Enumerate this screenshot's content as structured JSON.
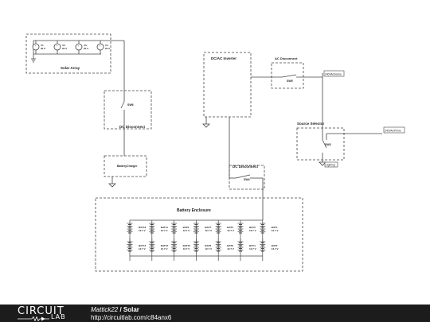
{
  "solar_array": {
    "title": "Solar Array",
    "panels": [
      {
        "ref": "V1",
        "volt": "20 V"
      },
      {
        "ref": "V2",
        "volt": "20 V"
      },
      {
        "ref": "V3",
        "volt": "20 V"
      },
      {
        "ref": "V4",
        "volt": "20 V"
      }
    ]
  },
  "dc_disconnect_1": {
    "title": "DC Disconnect",
    "switch": "SW6"
  },
  "battery_charger": {
    "title": "BatteryCharger"
  },
  "inverter": {
    "title": "DC/AC Inverter"
  },
  "ac_disconnect": {
    "title": "AC Disconnect",
    "switch": "SW5"
  },
  "dc_disconnect_2": {
    "title": "DC Disconnect",
    "switch": "SW4"
  },
  "source_selector": {
    "title": "Source Selector",
    "switch": "SW3"
  },
  "labels": {
    "ac_home": "240VACHome",
    "ac_prime": "240VACPrime",
    "lighting": "Lighting"
  },
  "battery_enclosure": {
    "title": "Battery Enclosure",
    "top_row": [
      {
        "ref": "BAT13",
        "volt": "12.7 V"
      },
      {
        "ref": "BAT11",
        "volt": "12.7 V"
      },
      {
        "ref": "BAT9",
        "volt": "12.7 V"
      },
      {
        "ref": "BAT7",
        "volt": "12.7 V"
      },
      {
        "ref": "BAT5",
        "volt": "12.7 V"
      },
      {
        "ref": "BAT3",
        "volt": "12.7 V"
      },
      {
        "ref": "BAT1",
        "volt": "12.7 V"
      }
    ],
    "bottom_row": [
      {
        "ref": "BAT14",
        "volt": "12.7 V"
      },
      {
        "ref": "BAT12",
        "volt": "12.7 V"
      },
      {
        "ref": "BAT10",
        "volt": "12.7 V"
      },
      {
        "ref": "BAT8",
        "volt": "12.7 V"
      },
      {
        "ref": "BAT6",
        "volt": "12.7 V"
      },
      {
        "ref": "BAT4",
        "volt": "12.7 V"
      },
      {
        "ref": "BAT2",
        "volt": "12.7 V"
      }
    ]
  },
  "footer": {
    "logo_top": "CIRCUIT",
    "logo_bottom": "LAB",
    "user": "Mattick22",
    "separator": " / ",
    "title": "Solar",
    "url": "http://circuitlab.com/c84anx6"
  }
}
